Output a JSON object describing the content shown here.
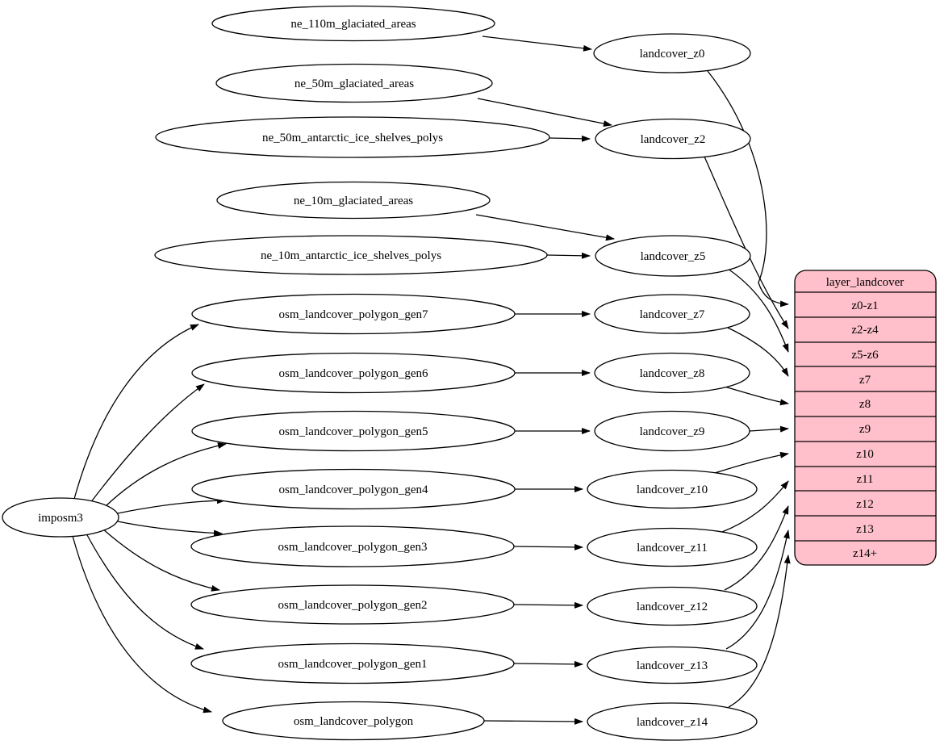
{
  "colors": {
    "table_fill": "#ffc0cb",
    "node_fill": "#ffffff",
    "stroke": "#000000"
  },
  "nodes": {
    "imposm3": {
      "label": "imposm3"
    },
    "ne110m": {
      "label": "ne_110m_glaciated_areas"
    },
    "ne50m": {
      "label": "ne_50m_glaciated_areas"
    },
    "ne50m_ant": {
      "label": "ne_50m_antarctic_ice_shelves_polys"
    },
    "ne10m": {
      "label": "ne_10m_glaciated_areas"
    },
    "ne10m_ant": {
      "label": "ne_10m_antarctic_ice_shelves_polys"
    },
    "gen7": {
      "label": "osm_landcover_polygon_gen7"
    },
    "gen6": {
      "label": "osm_landcover_polygon_gen6"
    },
    "gen5": {
      "label": "osm_landcover_polygon_gen5"
    },
    "gen4": {
      "label": "osm_landcover_polygon_gen4"
    },
    "gen3": {
      "label": "osm_landcover_polygon_gen3"
    },
    "gen2": {
      "label": "osm_landcover_polygon_gen2"
    },
    "gen1": {
      "label": "osm_landcover_polygon_gen1"
    },
    "polygon": {
      "label": "osm_landcover_polygon"
    },
    "z0": {
      "label": "landcover_z0"
    },
    "z2": {
      "label": "landcover_z2"
    },
    "z5": {
      "label": "landcover_z5"
    },
    "z7": {
      "label": "landcover_z7"
    },
    "z8": {
      "label": "landcover_z8"
    },
    "z9": {
      "label": "landcover_z9"
    },
    "z10": {
      "label": "landcover_z10"
    },
    "z11": {
      "label": "landcover_z11"
    },
    "z12": {
      "label": "landcover_z12"
    },
    "z13": {
      "label": "landcover_z13"
    },
    "z14": {
      "label": "landcover_z14"
    }
  },
  "table": {
    "title": "layer_landcover",
    "rows": [
      "z0-z1",
      "z2-z4",
      "z5-z6",
      "z7",
      "z8",
      "z9",
      "z10",
      "z11",
      "z12",
      "z13",
      "z14+"
    ]
  },
  "edges": [
    {
      "from": "ne_110m_glaciated_areas",
      "to": "landcover_z0"
    },
    {
      "from": "ne_50m_glaciated_areas",
      "to": "landcover_z2"
    },
    {
      "from": "ne_50m_antarctic_ice_shelves_polys",
      "to": "landcover_z2"
    },
    {
      "from": "ne_10m_glaciated_areas",
      "to": "landcover_z5"
    },
    {
      "from": "ne_10m_antarctic_ice_shelves_polys",
      "to": "landcover_z5"
    },
    {
      "from": "imposm3",
      "to": "osm_landcover_polygon_gen7"
    },
    {
      "from": "imposm3",
      "to": "osm_landcover_polygon_gen6"
    },
    {
      "from": "imposm3",
      "to": "osm_landcover_polygon_gen5"
    },
    {
      "from": "imposm3",
      "to": "osm_landcover_polygon_gen4"
    },
    {
      "from": "imposm3",
      "to": "osm_landcover_polygon_gen3"
    },
    {
      "from": "imposm3",
      "to": "osm_landcover_polygon_gen2"
    },
    {
      "from": "imposm3",
      "to": "osm_landcover_polygon_gen1"
    },
    {
      "from": "imposm3",
      "to": "osm_landcover_polygon"
    },
    {
      "from": "osm_landcover_polygon_gen7",
      "to": "landcover_z7"
    },
    {
      "from": "osm_landcover_polygon_gen6",
      "to": "landcover_z8"
    },
    {
      "from": "osm_landcover_polygon_gen5",
      "to": "landcover_z9"
    },
    {
      "from": "osm_landcover_polygon_gen4",
      "to": "landcover_z10"
    },
    {
      "from": "osm_landcover_polygon_gen3",
      "to": "landcover_z11"
    },
    {
      "from": "osm_landcover_polygon_gen2",
      "to": "landcover_z12"
    },
    {
      "from": "osm_landcover_polygon_gen1",
      "to": "landcover_z13"
    },
    {
      "from": "osm_landcover_polygon",
      "to": "landcover_z14"
    },
    {
      "from": "landcover_z0",
      "to": "layer_landcover",
      "to_row": "z0-z1"
    },
    {
      "from": "landcover_z2",
      "to": "layer_landcover",
      "to_row": "z2-z4"
    },
    {
      "from": "landcover_z5",
      "to": "layer_landcover",
      "to_row": "z5-z6"
    },
    {
      "from": "landcover_z7",
      "to": "layer_landcover",
      "to_row": "z7"
    },
    {
      "from": "landcover_z8",
      "to": "layer_landcover",
      "to_row": "z8"
    },
    {
      "from": "landcover_z9",
      "to": "layer_landcover",
      "to_row": "z9"
    },
    {
      "from": "landcover_z10",
      "to": "layer_landcover",
      "to_row": "z10"
    },
    {
      "from": "landcover_z11",
      "to": "layer_landcover",
      "to_row": "z11"
    },
    {
      "from": "landcover_z12",
      "to": "layer_landcover",
      "to_row": "z12"
    },
    {
      "from": "landcover_z13",
      "to": "layer_landcover",
      "to_row": "z13"
    },
    {
      "from": "landcover_z14",
      "to": "layer_landcover",
      "to_row": "z14+"
    }
  ]
}
